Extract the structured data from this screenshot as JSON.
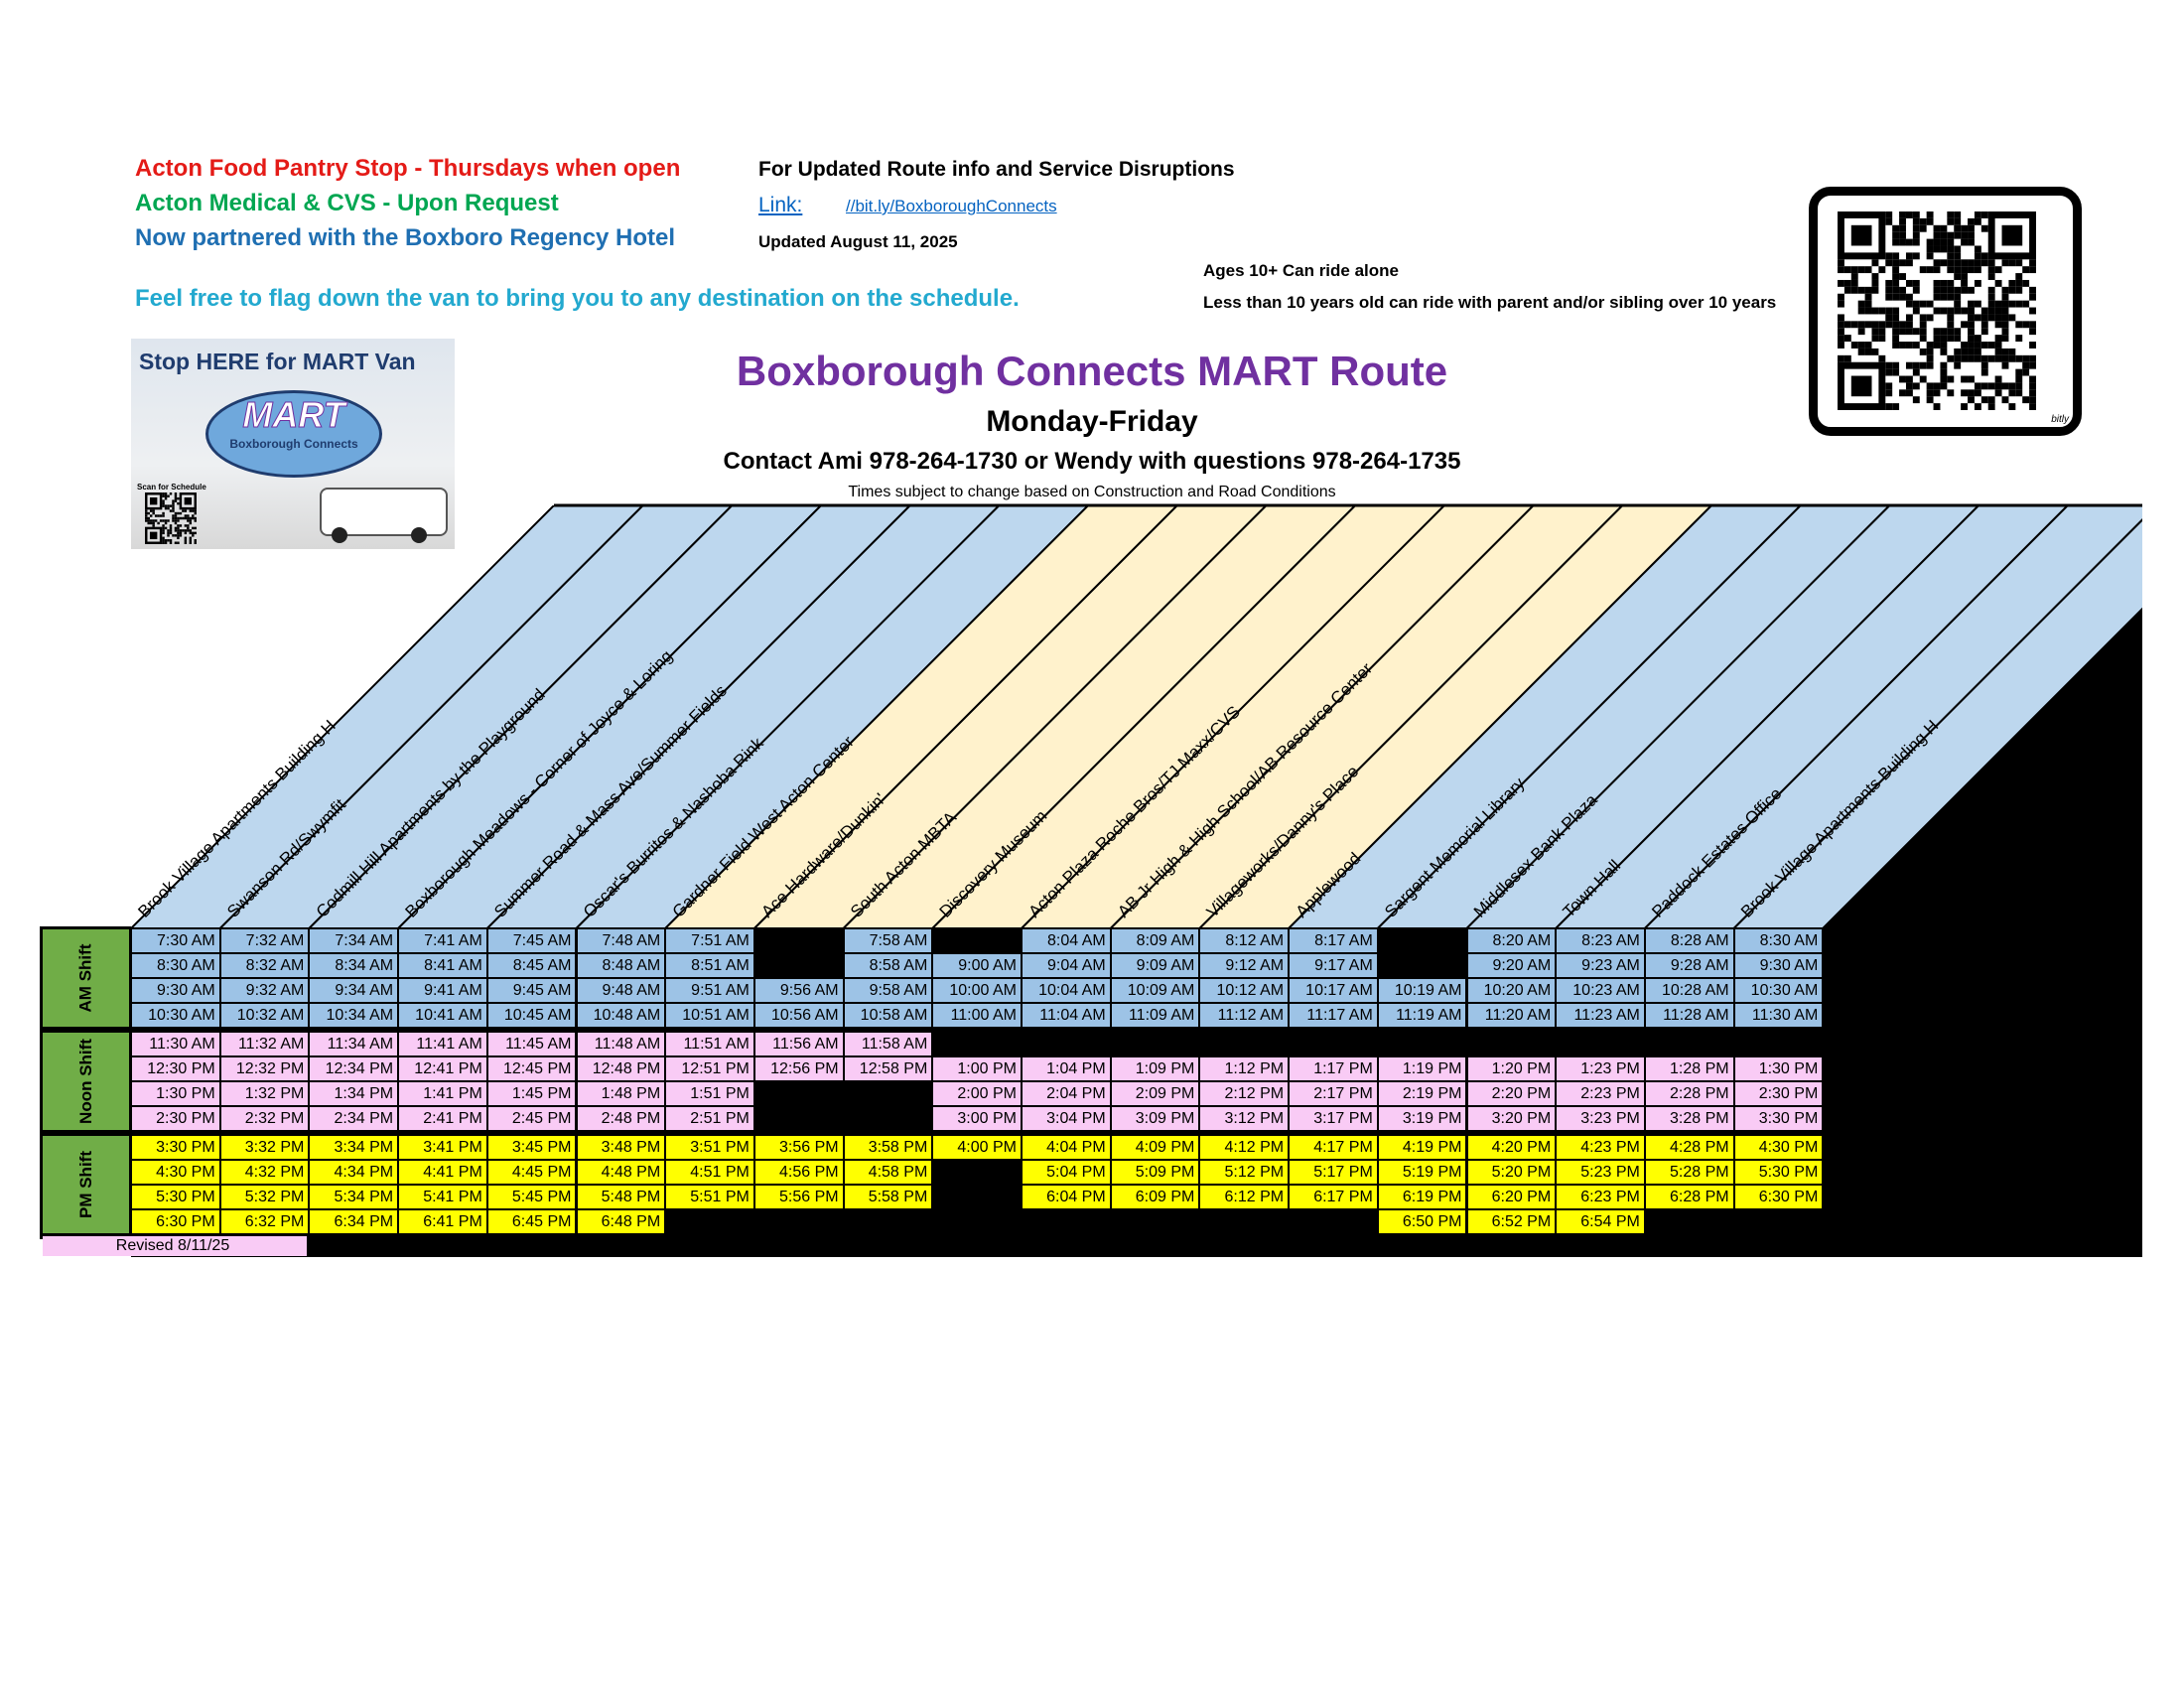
{
  "notes": {
    "food_pantry": "Acton Food Pantry Stop - Thursdays when open",
    "medical": "Acton Medical & CVS - Upon Request",
    "partner": "Now partnered with the Boxboro Regency Hotel",
    "flag_down": "Feel free to flag down the van to bring you to any destination on the schedule."
  },
  "info": {
    "updated_route": "For Updated Route info and Service Disruptions",
    "link_label": "Link:",
    "link_url": "//bit.ly/BoxboroughConnects",
    "updated_date": "Updated August 11, 2025",
    "age_rule_1": "Ages 10+  Can ride alone",
    "age_rule_2": "Less than 10 years old can ride with parent and/or sibling over 10 years"
  },
  "qr": {
    "brand": "bitly"
  },
  "logo": {
    "headline": "Stop HERE for MART Van",
    "mart": "MART",
    "sub": "Boxborough Connects",
    "scan": "Scan for Schedule"
  },
  "header": {
    "title": "Boxborough Connects MART Route",
    "days": "Monday-Friday",
    "contact": "Contact Ami 978-264-1730 or Wendy with questions 978-264-1735",
    "disclaimer": "Times subject to change based on Construction and Road Conditions"
  },
  "colors": {
    "title": "#7030a0",
    "red": "#e41b17",
    "green": "#00a651",
    "blue": "#1f6fb2",
    "cyan": "#23a9cf",
    "am": "#9dc3e6",
    "noon": "#f9cbf5",
    "pm": "#ffff00",
    "shift": "#70ad47",
    "header_blue": "#bdd7ee",
    "header_yellow": "#fff2cc"
  },
  "stops": [
    {
      "name": "Brook Village Apartments Building H",
      "band": "blue"
    },
    {
      "name": "Swanson Rd/Swymfit",
      "band": "blue"
    },
    {
      "name": "Codmill Hill Apartments by the Playground",
      "band": "blue"
    },
    {
      "name": "Boxborough Meadows - Corner of Joyce & Loring",
      "band": "blue"
    },
    {
      "name": "Summer Road & Mass Ave/Summer Fields",
      "band": "blue"
    },
    {
      "name": "Oscar's Burritos & Nashoba Rink",
      "band": "blue"
    },
    {
      "name": "Gardner Field West Acton Center",
      "band": "yellow"
    },
    {
      "name": "Ace Hardware/Dunkin'",
      "band": "yellow"
    },
    {
      "name": "South Acton MBTA",
      "band": "yellow"
    },
    {
      "name": "Discovery Museum",
      "band": "yellow"
    },
    {
      "name": "Acton Plaza Roche Bros/TJ Maxx/CVS",
      "band": "yellow"
    },
    {
      "name": "AB Jr High & High School/AB Resource Center",
      "band": "yellow"
    },
    {
      "name": "Villageworks/Danny's Place",
      "band": "yellow"
    },
    {
      "name": "Applewood",
      "band": "blue"
    },
    {
      "name": "Sargent Memorial Library",
      "band": "blue"
    },
    {
      "name": "Middlesex Bank Plaza",
      "band": "blue"
    },
    {
      "name": "Town Hall",
      "band": "blue"
    },
    {
      "name": "Paddock Estates Office",
      "band": "blue"
    },
    {
      "name": "Brook Village Apartments Building H",
      "band": "blue"
    }
  ],
  "shifts": [
    {
      "label": "AM Shift",
      "color": "am",
      "rows": [
        [
          "7:30 AM",
          "7:32 AM",
          "7:34 AM",
          "7:41 AM",
          "7:45 AM",
          "7:48 AM",
          "7:51 AM",
          null,
          "7:58 AM",
          null,
          "8:04 AM",
          "8:09 AM",
          "8:12 AM",
          "8:17 AM",
          null,
          "8:20 AM",
          "8:23 AM",
          "8:28 AM",
          "8:30 AM"
        ],
        [
          "8:30 AM",
          "8:32 AM",
          "8:34 AM",
          "8:41 AM",
          "8:45 AM",
          "8:48 AM",
          "8:51 AM",
          null,
          "8:58 AM",
          "9:00 AM",
          "9:04 AM",
          "9:09 AM",
          "9:12 AM",
          "9:17 AM",
          null,
          "9:20 AM",
          "9:23 AM",
          "9:28 AM",
          "9:30 AM"
        ],
        [
          "9:30 AM",
          "9:32 AM",
          "9:34 AM",
          "9:41 AM",
          "9:45 AM",
          "9:48 AM",
          "9:51 AM",
          "9:56 AM",
          "9:58 AM",
          "10:00 AM",
          "10:04 AM",
          "10:09 AM",
          "10:12 AM",
          "10:17 AM",
          "10:19 AM",
          "10:20 AM",
          "10:23 AM",
          "10:28 AM",
          "10:30 AM"
        ],
        [
          "10:30 AM",
          "10:32 AM",
          "10:34 AM",
          "10:41 AM",
          "10:45 AM",
          "10:48 AM",
          "10:51 AM",
          "10:56 AM",
          "10:58 AM",
          "11:00 AM",
          "11:04 AM",
          "11:09 AM",
          "11:12 AM",
          "11:17 AM",
          "11:19 AM",
          "11:20 AM",
          "11:23 AM",
          "11:28 AM",
          "11:30 AM"
        ]
      ]
    },
    {
      "label": "Noon Shift",
      "color": "noon",
      "rows": [
        [
          "11:30 AM",
          "11:32 AM",
          "11:34 AM",
          "11:41 AM",
          "11:45 AM",
          "11:48 AM",
          "11:51 AM",
          "11:56 AM",
          "11:58 AM",
          null,
          null,
          null,
          null,
          null,
          null,
          null,
          null,
          null,
          null
        ],
        [
          "12:30 PM",
          "12:32 PM",
          "12:34 PM",
          "12:41 PM",
          "12:45 PM",
          "12:48 PM",
          "12:51 PM",
          "12:56 PM",
          "12:58 PM",
          "1:00 PM",
          "1:04 PM",
          "1:09 PM",
          "1:12 PM",
          "1:17 PM",
          "1:19 PM",
          "1:20 PM",
          "1:23 PM",
          "1:28 PM",
          "1:30 PM"
        ],
        [
          "1:30 PM",
          "1:32 PM",
          "1:34 PM",
          "1:41 PM",
          "1:45 PM",
          "1:48 PM",
          "1:51 PM",
          null,
          null,
          "2:00 PM",
          "2:04 PM",
          "2:09 PM",
          "2:12 PM",
          "2:17 PM",
          "2:19 PM",
          "2:20 PM",
          "2:23 PM",
          "2:28 PM",
          "2:30 PM"
        ],
        [
          "2:30 PM",
          "2:32 PM",
          "2:34 PM",
          "2:41 PM",
          "2:45 PM",
          "2:48 PM",
          "2:51 PM",
          null,
          null,
          "3:00 PM",
          "3:04 PM",
          "3:09 PM",
          "3:12 PM",
          "3:17 PM",
          "3:19 PM",
          "3:20 PM",
          "3:23 PM",
          "3:28 PM",
          "3:30 PM"
        ]
      ]
    },
    {
      "label": "PM Shift",
      "color": "pm",
      "rows": [
        [
          "3:30 PM",
          "3:32 PM",
          "3:34 PM",
          "3:41 PM",
          "3:45 PM",
          "3:48 PM",
          "3:51 PM",
          "3:56 PM",
          "3:58 PM",
          "4:00 PM",
          "4:04 PM",
          "4:09 PM",
          "4:12 PM",
          "4:17 PM",
          "4:19 PM",
          "4:20 PM",
          "4:23 PM",
          "4:28 PM",
          "4:30 PM"
        ],
        [
          "4:30 PM",
          "4:32 PM",
          "4:34 PM",
          "4:41 PM",
          "4:45 PM",
          "4:48 PM",
          "4:51 PM",
          "4:56 PM",
          "4:58 PM",
          null,
          "5:04 PM",
          "5:09 PM",
          "5:12 PM",
          "5:17 PM",
          "5:19 PM",
          "5:20 PM",
          "5:23 PM",
          "5:28 PM",
          "5:30 PM"
        ],
        [
          "5:30 PM",
          "5:32 PM",
          "5:34 PM",
          "5:41 PM",
          "5:45 PM",
          "5:48 PM",
          "5:51 PM",
          "5:56 PM",
          "5:58 PM",
          null,
          "6:04 PM",
          "6:09 PM",
          "6:12 PM",
          "6:17 PM",
          "6:19 PM",
          "6:20 PM",
          "6:23 PM",
          "6:28 PM",
          "6:30 PM"
        ],
        [
          "6:30 PM",
          "6:32 PM",
          "6:34 PM",
          "6:41 PM",
          "6:45 PM",
          "6:48 PM",
          null,
          null,
          null,
          null,
          null,
          null,
          null,
          null,
          "6:50 PM",
          "6:52 PM",
          "6:54 PM",
          null,
          null
        ]
      ]
    }
  ],
  "revised": "Revised 8/11/25"
}
